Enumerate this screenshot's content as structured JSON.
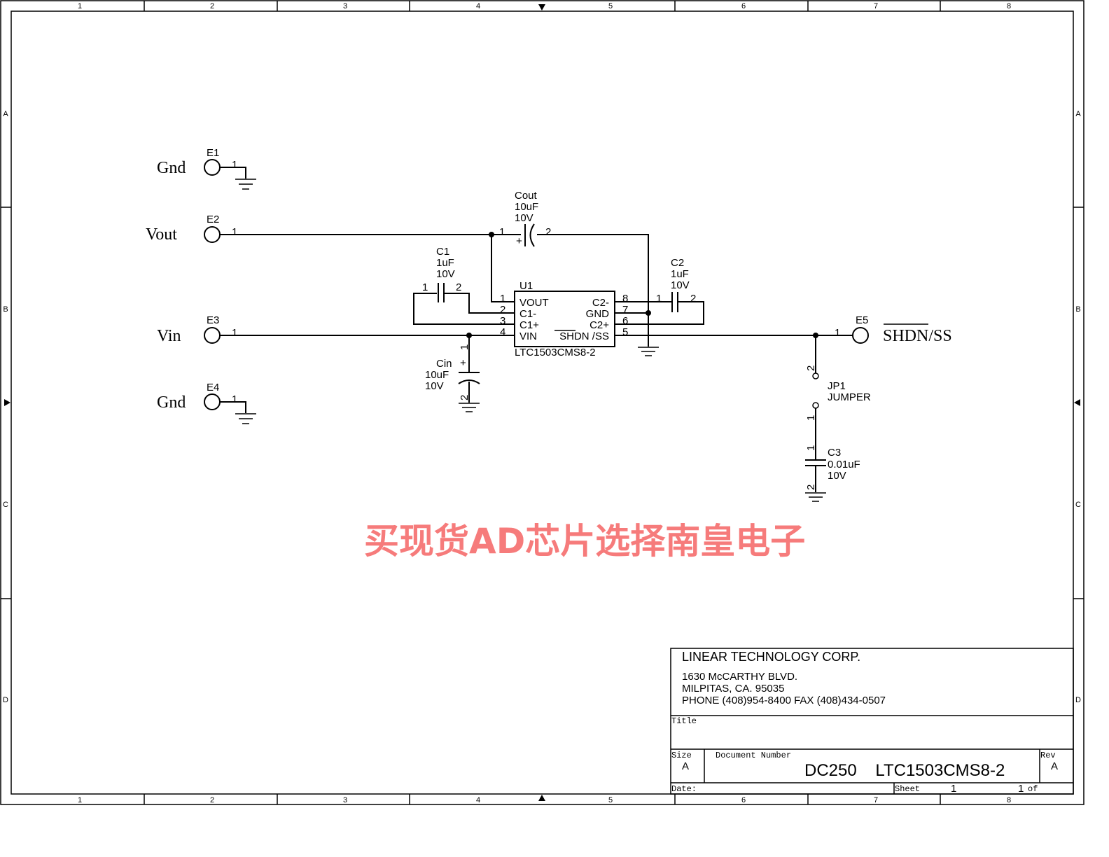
{
  "frame": {
    "columns": [
      "1",
      "2",
      "3",
      "4",
      "5",
      "6",
      "7",
      "8"
    ],
    "rows": [
      "A",
      "B",
      "C",
      "D"
    ]
  },
  "nets": {
    "e1": "Gnd",
    "e2": "Vout",
    "e3": "Vin",
    "e4": "Gnd",
    "e5": "SHDN/SS"
  },
  "terminals": {
    "e1": "E1",
    "e2": "E2",
    "e3": "E3",
    "e4": "E4",
    "e5": "E5"
  },
  "components": {
    "cout": {
      "ref": "Cout",
      "value": "10uF",
      "voltage": "10V",
      "polarity": "+"
    },
    "c1": {
      "ref": "C1",
      "value": "1uF",
      "voltage": "10V"
    },
    "c2": {
      "ref": "C2",
      "value": "1uF",
      "voltage": "10V"
    },
    "cin": {
      "ref": "Cin",
      "value": "10uF",
      "voltage": "10V",
      "polarity": "+"
    },
    "c3": {
      "ref": "C3",
      "value": "0.01uF",
      "voltage": "10V"
    },
    "jp1": {
      "ref": "JP1",
      "value": "JUMPER"
    },
    "u1": {
      "ref": "U1",
      "part": "LTC1503CMS8-2",
      "left_pins": [
        {
          "num": "1",
          "name": "VOUT"
        },
        {
          "num": "2",
          "name": "C1-"
        },
        {
          "num": "3",
          "name": "C1+"
        },
        {
          "num": "4",
          "name": "VIN"
        }
      ],
      "right_pins": [
        {
          "num": "8",
          "name": "C2-"
        },
        {
          "num": "7",
          "name": "GND"
        },
        {
          "num": "6",
          "name": "C2+"
        },
        {
          "num": "5",
          "name": "SHDN /SS"
        }
      ]
    }
  },
  "pin_numbers": {
    "one": "1",
    "two": "2"
  },
  "title_block": {
    "company": "LINEAR TECHNOLOGY CORP.",
    "address1": "1630 McCARTHY BLVD.",
    "address2": "MILPITAS, CA. 95035",
    "phone": "PHONE (408)954-8400  FAX (408)434-0507",
    "title_label": "Title",
    "size_label": "Size",
    "size": "A",
    "docnum_label": "Document Number",
    "docnum": "DC250    LTC1503CMS8-2",
    "rev_label": "Rev",
    "rev": "A",
    "date_label": "Date:",
    "sheet_label": "Sheet",
    "sheet": "1",
    "of_label": "of",
    "sheet_total": "1"
  },
  "watermark": "买现货AD芯片选择南皇电子"
}
